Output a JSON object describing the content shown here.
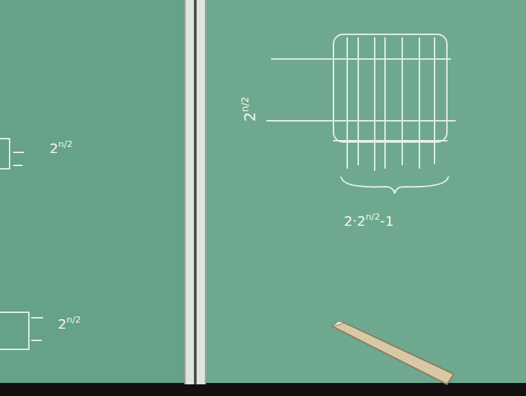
{
  "diagram": {
    "labels": [
      "2",
      "n/2",
      "2",
      "n/2",
      "2",
      "n/2",
      "2·2",
      "n/2",
      "-1"
    ]
  }
}
